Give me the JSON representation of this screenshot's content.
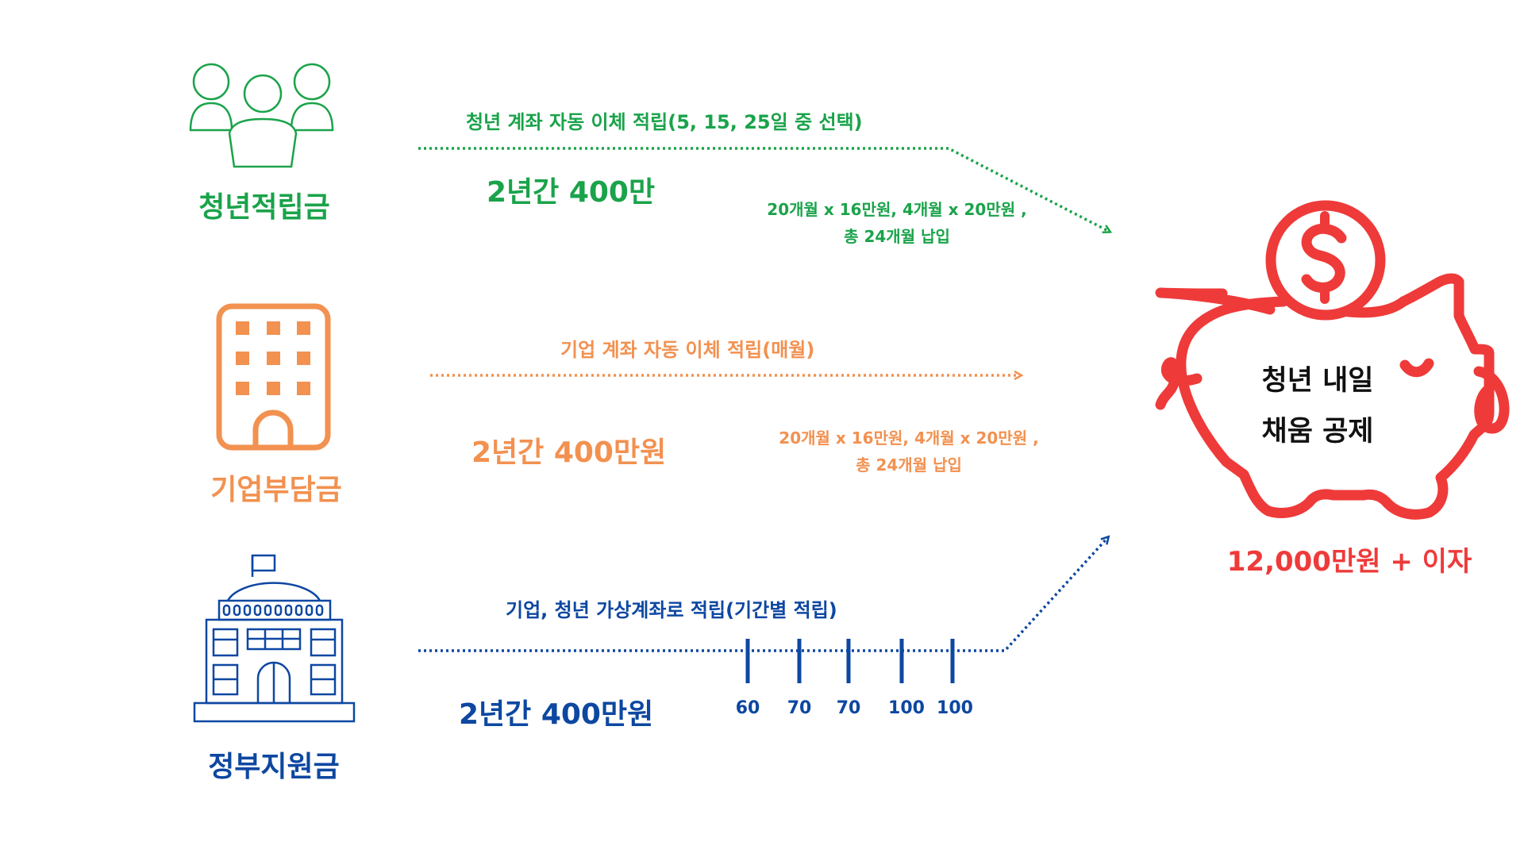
{
  "colors": {
    "youth": "#1aa34a",
    "company": "#f29150",
    "government": "#0d47a1",
    "result": "#ef3a3a"
  },
  "youth": {
    "icon": "people-icon",
    "label": "청년적립금",
    "transfer": "청년 계좌 자동 이체 적립(5, 15, 25일 중 선택)",
    "total": "2년간 400만",
    "detail_line1": "20개월 x 16만원, 4개월 x 20만원 ,",
    "detail_line2": "총 24개월 납입"
  },
  "company": {
    "icon": "building-icon",
    "label": "기업부담금",
    "transfer": "기업 계좌 자동 이체 적립(매월)",
    "total": "2년간 400만원",
    "detail_line1": "20개월 x 16만원, 4개월 x 20만원 ,",
    "detail_line2": "총 24개월 납입"
  },
  "government": {
    "icon": "government-building-icon",
    "label": "정부지원금",
    "transfer": "기업, 청년 가상계좌로 적립(기간별 적립)",
    "total": "2년간 400만원",
    "ticks": [
      "60",
      "70",
      "70",
      "100",
      "100"
    ]
  },
  "result": {
    "icon": "piggy-bank-icon",
    "coin_icon": "dollar-coin-icon",
    "title_line1": "청년 내일",
    "title_line2": "채움 공제",
    "amount": "12,000만원 + 이자"
  }
}
